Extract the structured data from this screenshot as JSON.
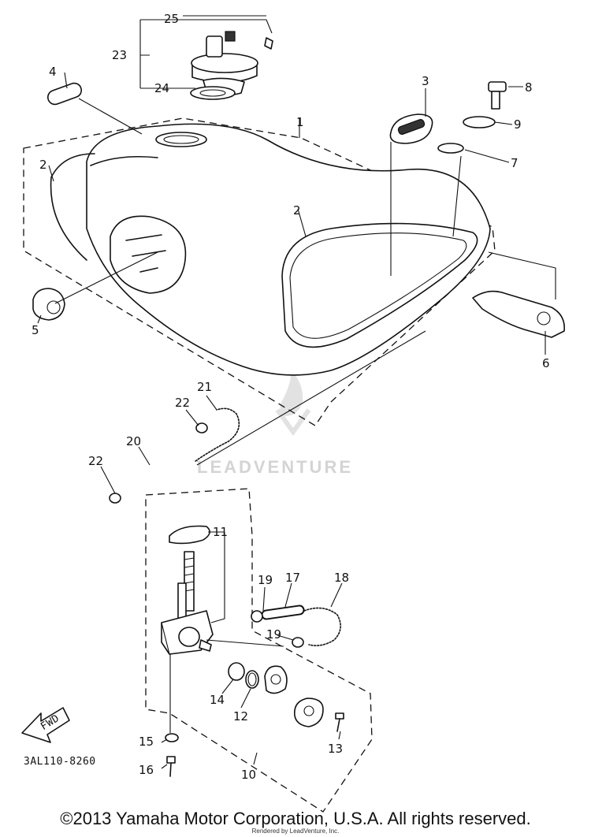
{
  "diagram_code": "3AL110-8260",
  "fwd_label": "FWD",
  "watermark": "LEADVENTURE",
  "copyright": "©2013 Yamaha Motor Corporation, U.S.A. All rights reserved.",
  "rendered_by": "Rendered by LeadVenture, Inc.",
  "callouts": {
    "n1": "1",
    "n2a": "2",
    "n2b": "2",
    "n3": "3",
    "n4": "4",
    "n5": "5",
    "n6": "6",
    "n7": "7",
    "n8": "8",
    "n9": "9",
    "n10": "10",
    "n11": "11",
    "n12": "12",
    "n13": "13",
    "n14": "14",
    "n15": "15",
    "n16": "16",
    "n17": "17",
    "n18": "18",
    "n19a": "19",
    "n19b": "19",
    "n20": "20",
    "n21": "21",
    "n22a": "22",
    "n22b": "22",
    "n23": "23",
    "n24": "24",
    "n25": "25"
  }
}
